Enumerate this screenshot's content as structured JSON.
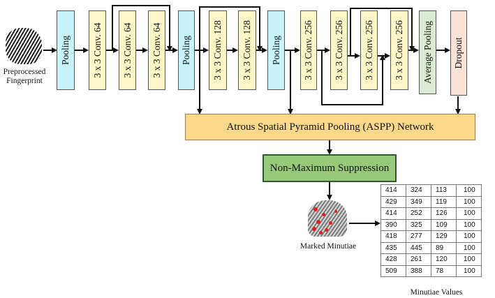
{
  "input": {
    "label_line1": "Preprocessed",
    "label_line2": "Fingerprint"
  },
  "blocks": [
    {
      "kind": "pooling",
      "label": "Pooling"
    },
    {
      "kind": "conv",
      "label": "3 x 3 Conv. 64"
    },
    {
      "kind": "conv",
      "label": "3 x 3 Conv. 64"
    },
    {
      "kind": "conv",
      "label": "3 x 3 Conv. 64"
    },
    {
      "kind": "pooling",
      "label": "Pooling"
    },
    {
      "kind": "conv",
      "label": "3 x 3 Conv. 128"
    },
    {
      "kind": "conv",
      "label": "3 x 3 Conv. 128"
    },
    {
      "kind": "pooling",
      "label": "Pooling"
    },
    {
      "kind": "conv",
      "label": "3 x 3 Conv. 256"
    },
    {
      "kind": "conv",
      "label": "3 x 3 Conv. 256"
    },
    {
      "kind": "conv",
      "label": "3 x 3 Conv. 256"
    },
    {
      "kind": "conv",
      "label": "3 x 3 Conv. 256"
    },
    {
      "kind": "avgpool",
      "label": "Average Pooling"
    },
    {
      "kind": "dropout",
      "label": "Dropout"
    }
  ],
  "aspp": {
    "label": "Atrous Spatial Pyramid Pooling (ASPP) Network"
  },
  "nms": {
    "label": "Non-Maximum Suppression"
  },
  "output": {
    "label": "Marked Minutiae"
  },
  "minutiae_table": {
    "caption": "Minutiae Values",
    "rows": [
      [
        "414",
        "324",
        "113",
        "100"
      ],
      [
        "429",
        "349",
        "119",
        "100"
      ],
      [
        "414",
        "252",
        "126",
        "100"
      ],
      [
        "390",
        "325",
        "109",
        "100"
      ],
      [
        "418",
        "277",
        "129",
        "100"
      ],
      [
        "435",
        "445",
        "89",
        "100"
      ],
      [
        "428",
        "261",
        "120",
        "100"
      ],
      [
        "509",
        "388",
        "78",
        "100"
      ]
    ]
  },
  "colors": {
    "pooling": "#c9f3fb",
    "conv": "#fdf6c7",
    "avgpool": "#dbead2",
    "dropout": "#fbe3d8",
    "aspp": "#fbd88a",
    "nms": "#98c97a",
    "minutiae_marks": "#e02020"
  }
}
